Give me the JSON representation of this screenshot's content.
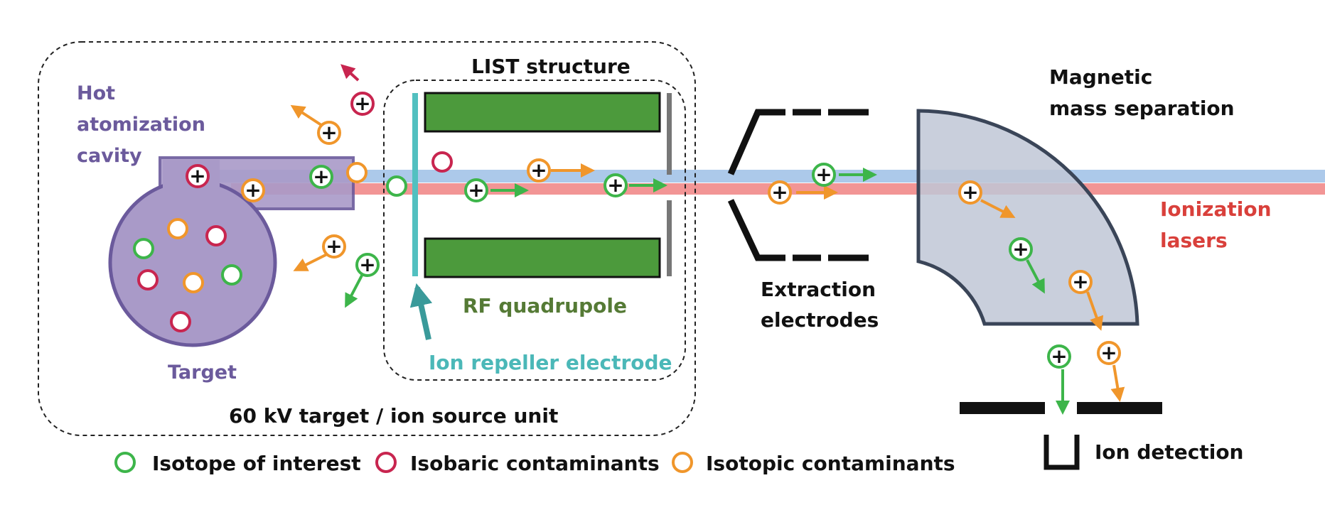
{
  "labels": {
    "hot_cavity_line1": "Hot",
    "hot_cavity_line2": "atomization",
    "hot_cavity_line3": "cavity",
    "target": "Target",
    "list_structure": "LIST structure",
    "rf_quadrupole": "RF quadrupole",
    "ion_repeller": "Ion repeller electrode",
    "source_unit": "60 kV target / ion source unit",
    "extraction_line1": "Extraction",
    "extraction_line2": "electrodes",
    "magnetic_line1": "Magnetic",
    "magnetic_line2": "mass separation",
    "ionization_line1": "Ionization",
    "ionization_line2": "lasers",
    "ion_detection": "Ion detection",
    "ion_symbol": "+"
  },
  "legend": [
    {
      "label": "Isotope of interest",
      "color": "#3db54a"
    },
    {
      "label": "Isobaric contaminants",
      "color": "#c8254f"
    },
    {
      "label": "Isotopic contaminants",
      "color": "#f0962b"
    }
  ],
  "colors": {
    "interest": "#3db54a",
    "isobaric": "#c8254f",
    "isotopic": "#f0962b",
    "target_fill": "#a99ac8",
    "target_stroke": "#6b5a9c",
    "target_text": "#6b5a9c",
    "quadrupole": "#4c9a3c",
    "quadrupole_text": "#557a35",
    "repeller": "#52c0c0",
    "magnet_fill": "#bfc7d6",
    "magnet_stroke": "#3a4558",
    "laser_red": "#ef7b7b",
    "laser_blue": "#9dc0e6",
    "laser_text": "#d9403b"
  }
}
